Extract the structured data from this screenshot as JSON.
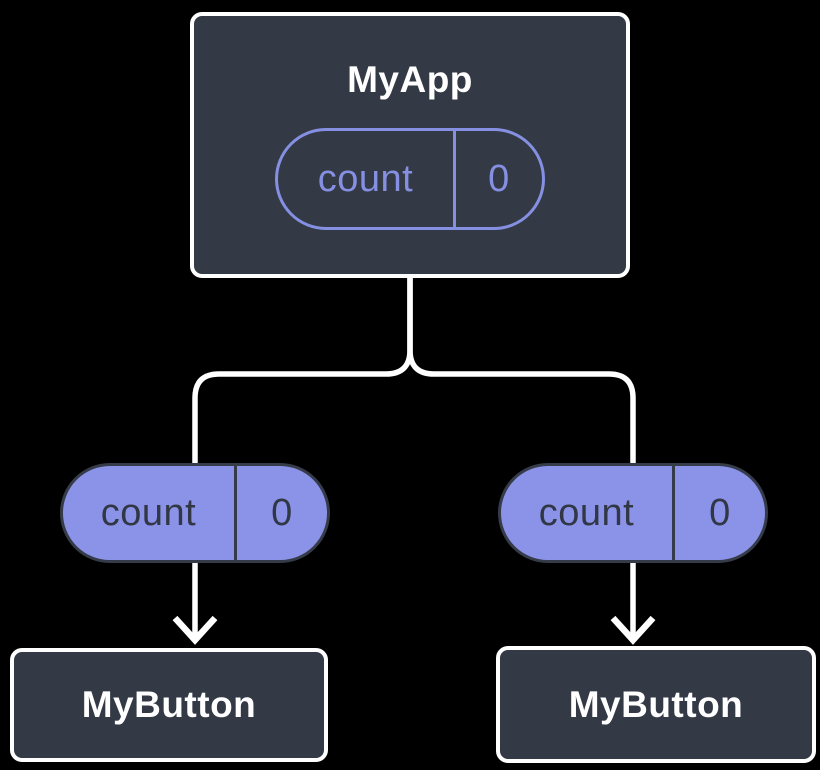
{
  "root": {
    "title": "MyApp",
    "state_name": "count",
    "state_value": "0"
  },
  "children": {
    "left": {
      "prop_name": "count",
      "prop_value": "0",
      "title": "MyButton"
    },
    "right": {
      "prop_name": "count",
      "prop_value": "0",
      "title": "MyButton"
    }
  },
  "colors": {
    "canvas_bg": "#000000",
    "node_bg": "#333A46",
    "node_border": "#FFFFFF",
    "node_text": "#FFFFFF",
    "state_stroke": "#8690E3",
    "state_text": "#8690E3",
    "prop_fill": "#8B93E8",
    "prop_border": "#353B48",
    "prop_text": "#313744",
    "connector": "#FFFFFF"
  }
}
